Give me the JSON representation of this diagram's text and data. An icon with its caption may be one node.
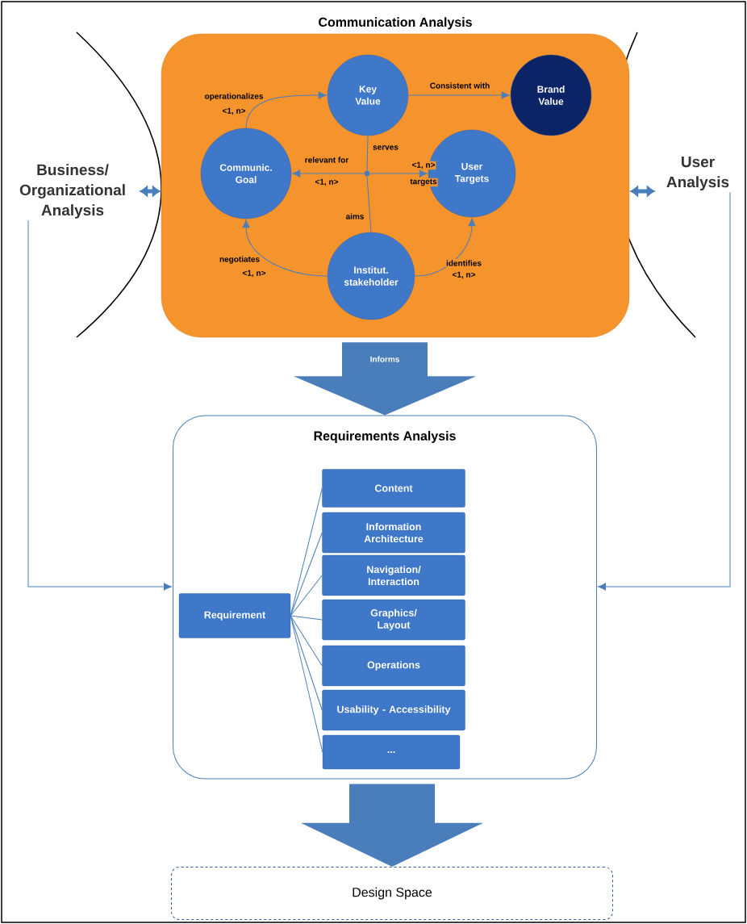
{
  "diagram": {
    "nodes": [
      {
        "text": [
          "Communication Analysis"
        ]
      },
      {
        "text": [
          "Key Value"
        ],
        "in": 0
      },
      {
        "text": [
          "Brand Value"
        ],
        "in": 0
      },
      {
        "text": [
          "Communic. Goal"
        ],
        "in": 0
      },
      {
        "text": [
          "User Targets"
        ],
        "in": 0
      },
      {
        "text": [
          "Institut. stakeholder"
        ],
        "in": 0
      },
      {
        "text": [],
        "shape": "circle",
        "in": 0
      },
      {
        "text": [
          "Business/ Organizational Analysis"
        ]
      },
      {
        "text": [
          "User Analysis"
        ]
      },
      {
        "text": [
          "Requirements Analysis"
        ]
      },
      {
        "text": [
          "Requirement"
        ],
        "in": 9
      },
      {
        "text": [
          "Content"
        ],
        "in": 9
      },
      {
        "text": [
          "Information Architecture"
        ],
        "in": 9
      },
      {
        "text": [
          "Navigation/ Interaction"
        ],
        "in": 9
      },
      {
        "text": [
          "Graphics/ Layout"
        ],
        "in": 9
      },
      {
        "text": [
          "Operations"
        ],
        "in": 9
      },
      {
        "text": [
          "Usability - Accessibility"
        ],
        "in": 9
      },
      {
        "text": [
          "..."
        ],
        "in": 9
      },
      {
        "text": [
          "Design Space"
        ]
      }
    ],
    "edges": [
      {
        "from": 3,
        "to": 1,
        "arrow": "to",
        "label": "operationalizes"
      },
      {
        "from": 1,
        "to": 2,
        "arrow": "to",
        "label": "Consistent with"
      },
      {
        "from": 1,
        "to": 6,
        "arrow": "none",
        "label": "serves"
      },
      {
        "from": 5,
        "to": 6,
        "arrow": "none",
        "label": "aims"
      },
      {
        "from": 6,
        "to": 3,
        "arrow": "to",
        "label": "relevant for"
      },
      {
        "from": 6,
        "to": 4,
        "arrow": "to",
        "label": "targets"
      },
      {
        "from": 5,
        "to": 3,
        "arrow": "to",
        "label": "negotiates"
      },
      {
        "from": 5,
        "to": 4,
        "arrow": "to",
        "label": "identifies"
      },
      {
        "from": 7,
        "to": 0,
        "arrow": "both",
        "style": "thick"
      },
      {
        "from": 8,
        "to": 0,
        "arrow": "both",
        "style": "thick"
      },
      {
        "from": 0,
        "to": 9,
        "arrow": "to",
        "style": "thick",
        "label": "Informs"
      },
      {
        "from": 7,
        "to": 9,
        "arrow": "to"
      },
      {
        "from": 8,
        "to": 9,
        "arrow": "to"
      },
      {
        "from": 10,
        "to": 11,
        "arrow": "none"
      },
      {
        "from": 10,
        "to": 12,
        "arrow": "none"
      },
      {
        "from": 10,
        "to": 13,
        "arrow": "none"
      },
      {
        "from": 10,
        "to": 14,
        "arrow": "none"
      },
      {
        "from": 10,
        "to": 15,
        "arrow": "none"
      },
      {
        "from": 10,
        "to": 16,
        "arrow": "none"
      },
      {
        "from": 10,
        "to": 17,
        "arrow": "none"
      },
      {
        "from": 9,
        "to": 18,
        "arrow": "to",
        "style": "thick"
      }
    ],
    "labels": [
      "<1, n>",
      "<1, n>",
      "<1, n>",
      "<1, n>",
      "<1, n>"
    ]
  }
}
